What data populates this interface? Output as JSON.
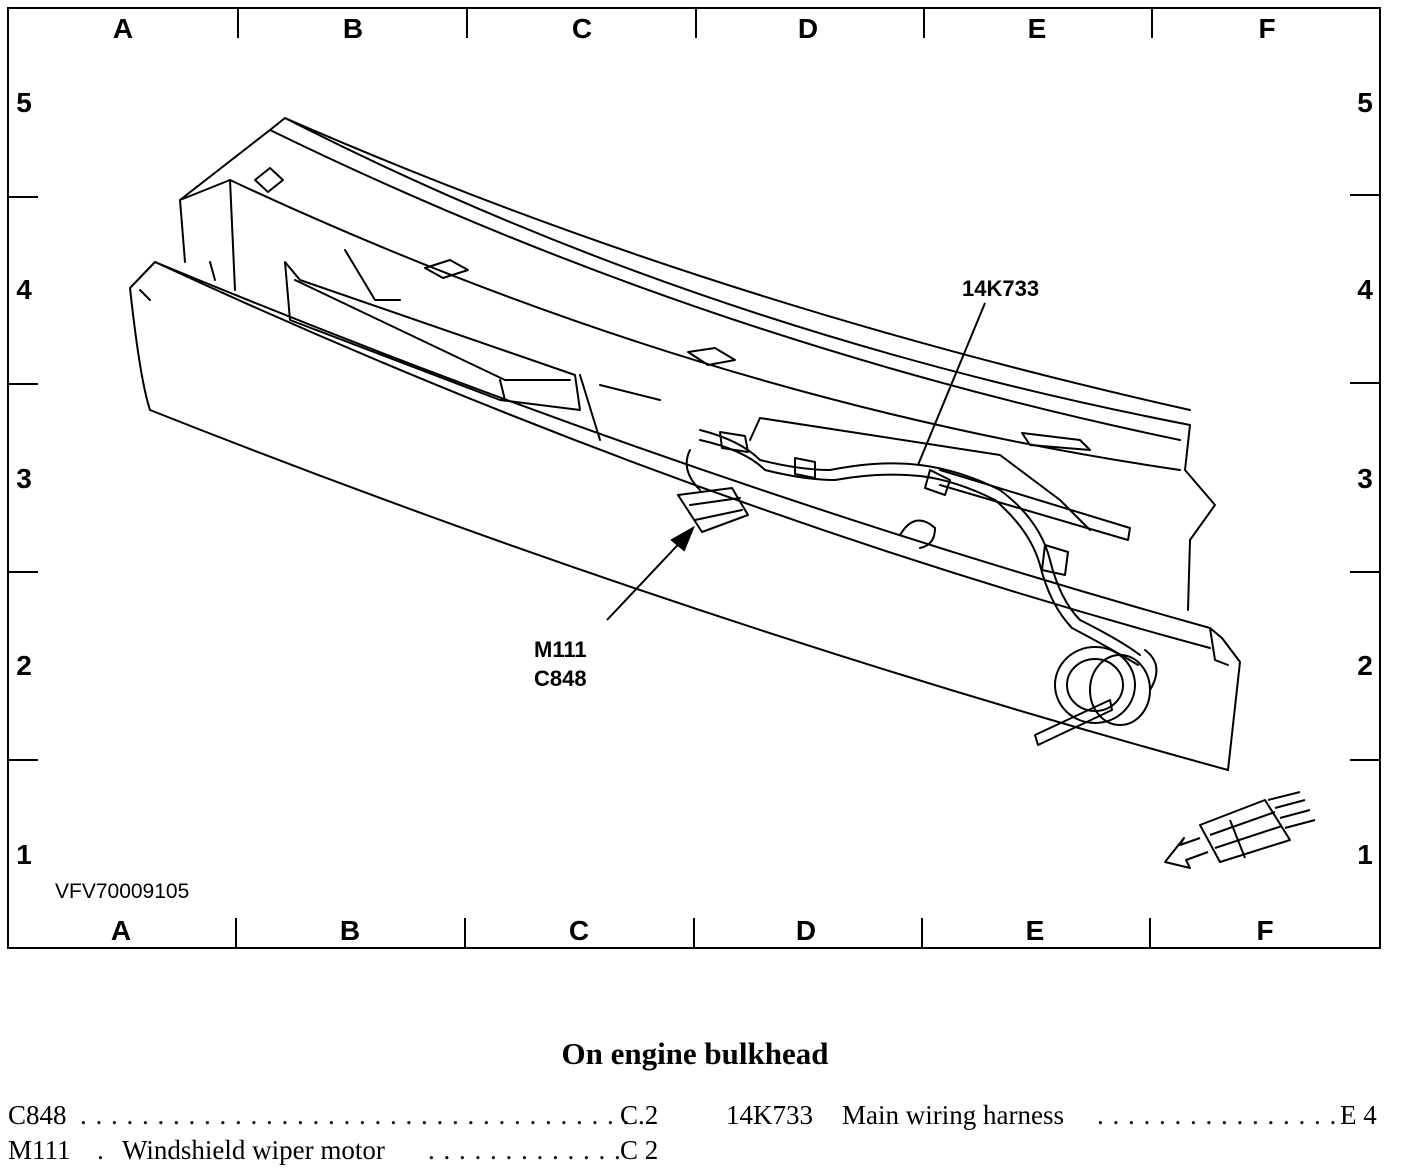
{
  "figure": {
    "columns_top": [
      "A",
      "B",
      "C",
      "D",
      "E",
      "F"
    ],
    "columns_bottom": [
      "A",
      "B",
      "C",
      "D",
      "E",
      "F"
    ],
    "rows_left": [
      "5",
      "4",
      "3",
      "2",
      "1"
    ],
    "rows_right": [
      "5",
      "4",
      "3",
      "2",
      "1"
    ],
    "figure_id": "VFV70009105",
    "callouts": {
      "harness": "14K733",
      "motor_line1": "M111",
      "motor_line2": "C848"
    }
  },
  "caption": "On engine bulkhead",
  "legend": [
    {
      "code": "C848",
      "description": "",
      "location": "C 2"
    },
    {
      "code": "M111",
      "description": "Windshield wiper motor",
      "location": "C 2"
    },
    {
      "code": "14K733",
      "description": "Main wiring harness",
      "location": "E 4"
    }
  ]
}
